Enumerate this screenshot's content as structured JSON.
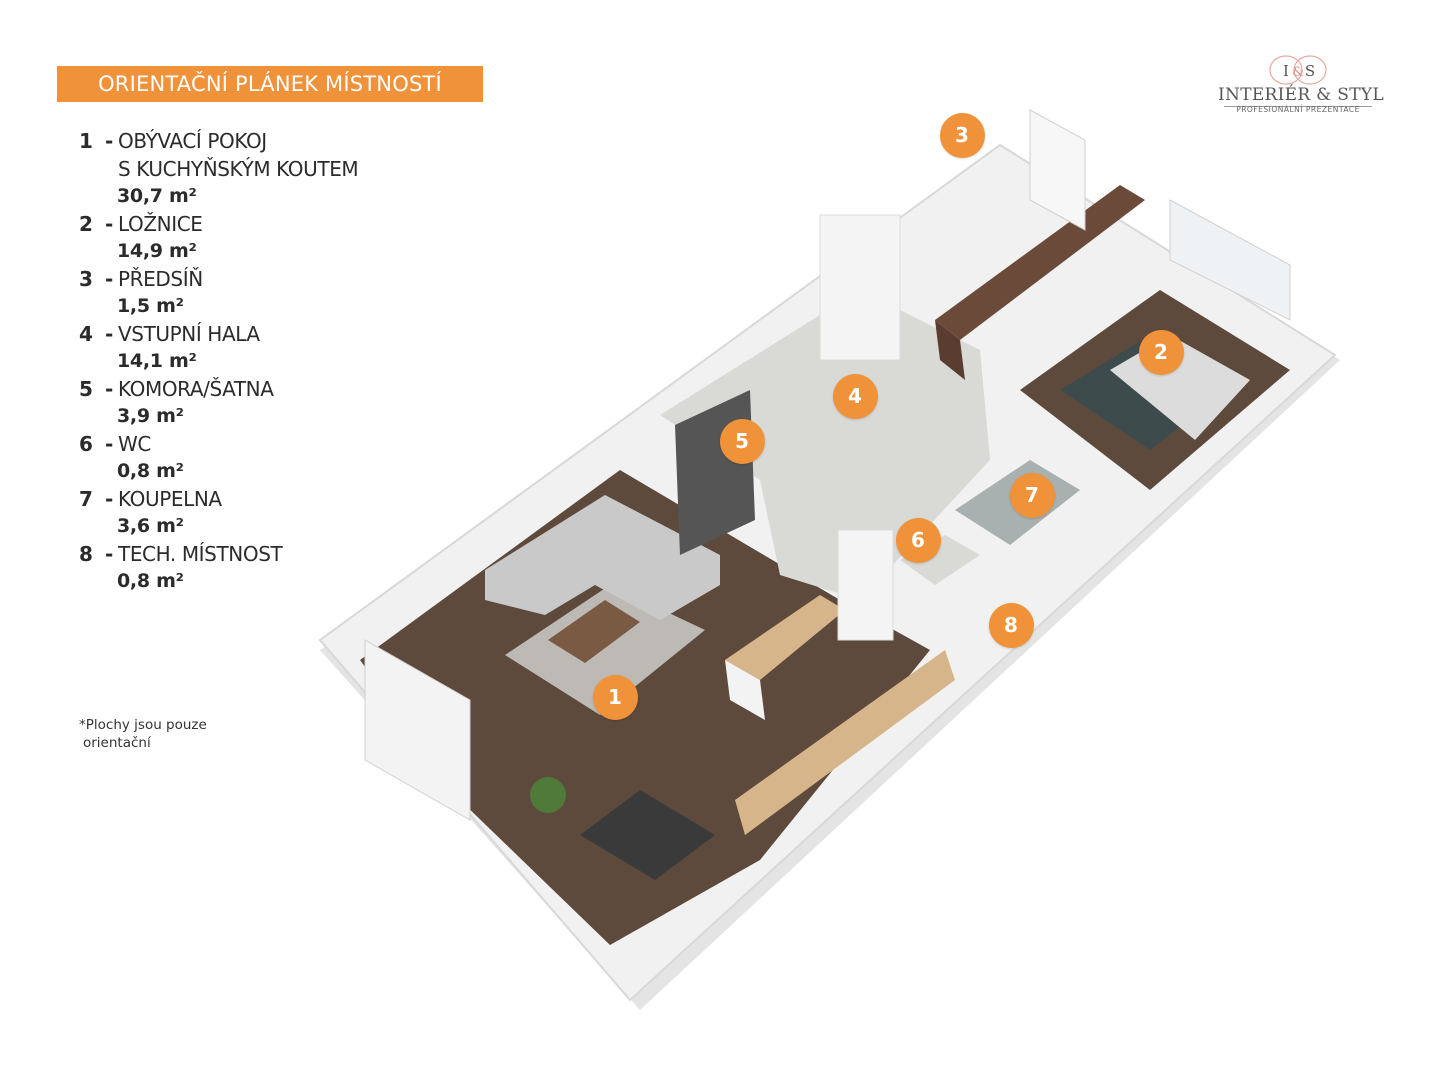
{
  "title": "ORIENTAČNÍ PLÁNEK MÍSTNOSTÍ",
  "rooms": [
    {
      "num": "1",
      "name": "OBÝVACÍ POKOJ",
      "name2": "S KUCHYŇSKÝM KOUTEM",
      "area": "30,7 m²"
    },
    {
      "num": "2",
      "name": "LOŽNICE",
      "area": "14,9 m²"
    },
    {
      "num": "3",
      "name": "PŘEDSÍŇ",
      "area": "1,5 m²"
    },
    {
      "num": "4",
      "name": "VSTUPNÍ HALA",
      "area": "14,1 m²"
    },
    {
      "num": "5",
      "name": "KOMORA/ŠATNA",
      "area": "3,9 m²"
    },
    {
      "num": "6",
      "name": "WC",
      "area": "0,8 m²"
    },
    {
      "num": "7",
      "name": "KOUPELNA",
      "area": "3,6 m²"
    },
    {
      "num": "8",
      "name": "TECH. MÍSTNOST",
      "area": "0,8 m²"
    }
  ],
  "dash": "-",
  "note": {
    "line1": "*Plochy jsou pouze",
    "line2": "orientační"
  },
  "logo": {
    "monogram": "I&S",
    "name": "INTERIÉR & STYL",
    "tagline": "PROFESIONÁLNÍ PREZENTACE"
  },
  "markers": [
    "1",
    "2",
    "3",
    "4",
    "5",
    "6",
    "7",
    "8"
  ],
  "colors": {
    "accent": "#f0923a",
    "floor_wood": "#5e4a3c",
    "floor_tile": "#d9d9d6",
    "wall": "#eeeeee",
    "wardrobe": "#6b4a3a"
  }
}
